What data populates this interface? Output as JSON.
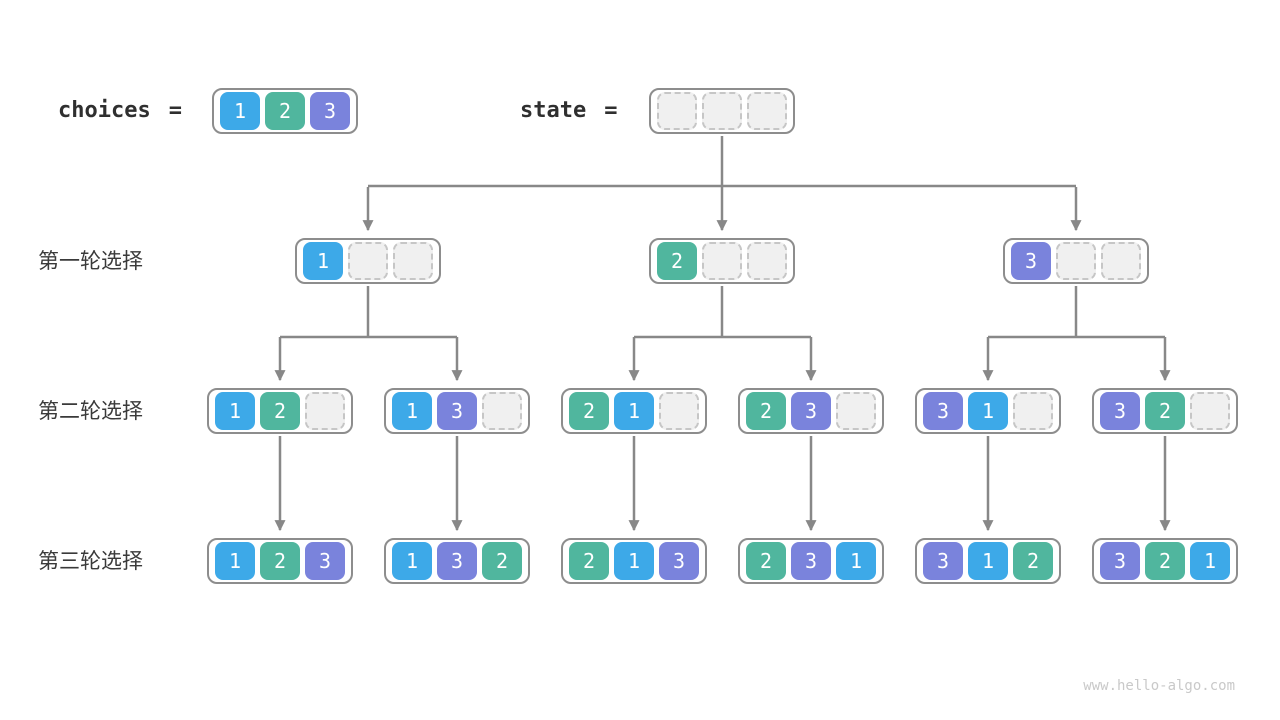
{
  "header": {
    "choices_label": "choices",
    "equals_sign": "=",
    "choices_cells": [
      "1",
      "2",
      "3"
    ],
    "state_label": "state",
    "state_cells": [
      "",
      "",
      ""
    ]
  },
  "rounds": [
    {
      "label": "第一轮选择",
      "nodes": [
        [
          "1",
          "",
          ""
        ],
        [
          "2",
          "",
          ""
        ],
        [
          "3",
          "",
          ""
        ]
      ]
    },
    {
      "label": "第二轮选择",
      "nodes": [
        [
          "1",
          "2",
          ""
        ],
        [
          "1",
          "3",
          ""
        ],
        [
          "2",
          "1",
          ""
        ],
        [
          "2",
          "3",
          ""
        ],
        [
          "3",
          "1",
          ""
        ],
        [
          "3",
          "2",
          ""
        ]
      ]
    },
    {
      "label": "第三轮选择",
      "nodes": [
        [
          "1",
          "2",
          "3"
        ],
        [
          "1",
          "3",
          "2"
        ],
        [
          "2",
          "1",
          "3"
        ],
        [
          "2",
          "3",
          "1"
        ],
        [
          "3",
          "1",
          "2"
        ],
        [
          "3",
          "2",
          "1"
        ]
      ]
    }
  ],
  "colors": {
    "1": "#3da9e8",
    "2": "#50b69e",
    "3": "#7a83dc",
    "empty_fill": "#f0f0f0",
    "empty_border": "#c6c6c6",
    "box_border": "#8d8d8d",
    "arrow": "#888888",
    "label_text": "#3a3a3a",
    "watermark_text": "#c9c9c9"
  },
  "watermark": "www.hello-algo.com"
}
